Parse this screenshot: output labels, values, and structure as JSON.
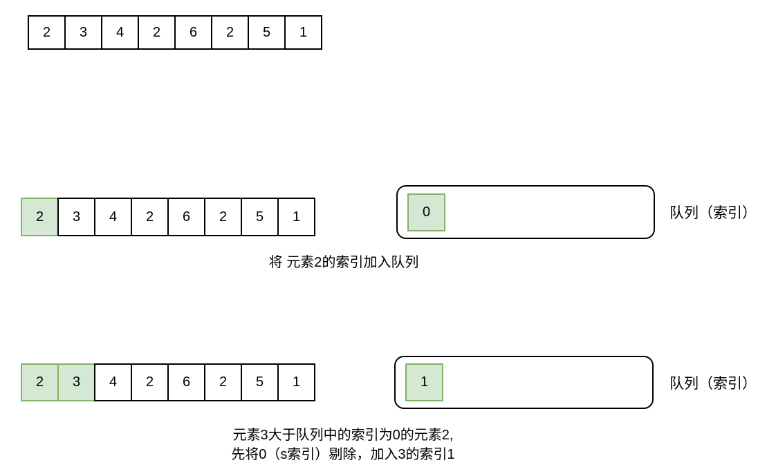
{
  "colors": {
    "highlight_fill": "#d5e8d4",
    "highlight_border": "#82b366",
    "stroke": "#000000"
  },
  "array_values": [
    "2",
    "3",
    "4",
    "2",
    "6",
    "2",
    "5",
    "1"
  ],
  "initial": {
    "highlight_count": 0
  },
  "step1": {
    "highlight_count": 1,
    "queue_items": [
      "0"
    ],
    "queue_label": "队列（索引）",
    "caption": "将 元素2的索引加入队列"
  },
  "step2": {
    "highlight_count": 2,
    "queue_items": [
      "1"
    ],
    "queue_label": "队列（索引）",
    "caption_line1": "元素3大于队列中的索引为0的元素2,",
    "caption_line2": "先将0（s索引）剔除，加入3的索引1"
  }
}
